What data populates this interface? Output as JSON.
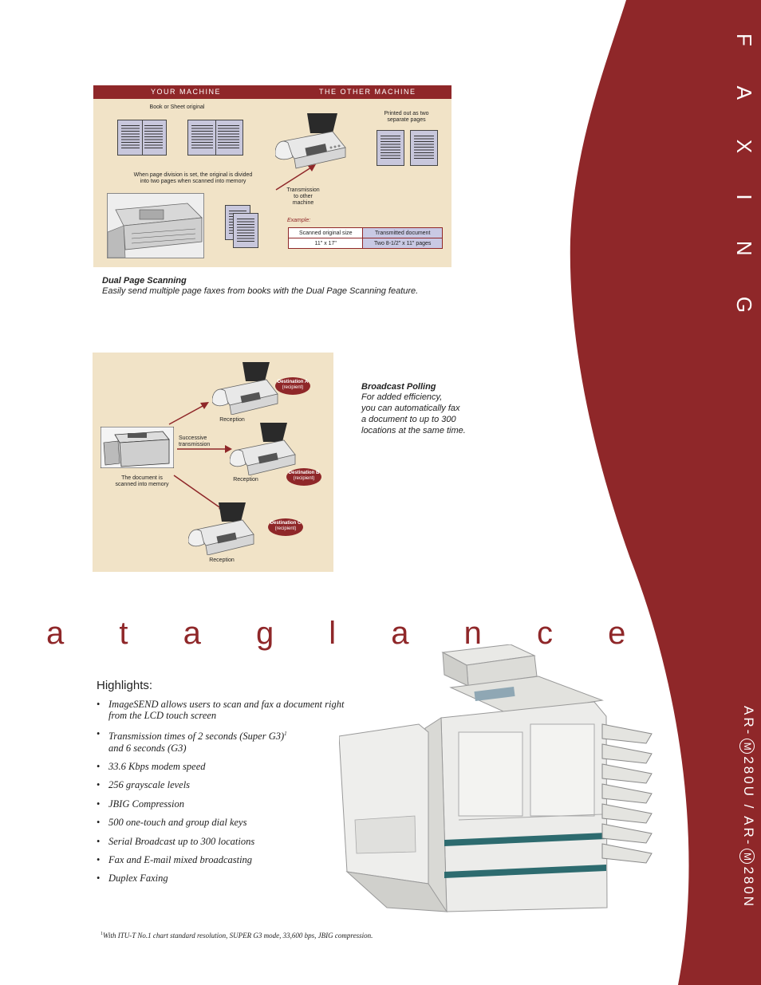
{
  "side": {
    "section_title": "F A X I N G",
    "model_prefix": "AR-",
    "model_m": "M",
    "model_rest1": "280U / AR-",
    "model_rest2": "280N"
  },
  "dual_panel": {
    "header_left": "YOUR MACHINE",
    "header_right": "THE OTHER MACHINE",
    "book_label": "Book or Sheet original",
    "division_note_1": "When page division is set, the original is divided",
    "division_note_2": "into two pages when scanned into memory",
    "transmission_1": "Transmission",
    "transmission_2": "to other",
    "transmission_3": "machine",
    "printed_1": "Printed out as two",
    "printed_2": "separate pages",
    "example_label": "Example:",
    "table_h1": "Scanned original size",
    "table_h2": "Transmitted document",
    "table_v1": "11\" x 17\"",
    "table_v2": "Two 8-1/2\" x 11\" pages"
  },
  "dual_caption": {
    "title": "Dual Page Scanning",
    "body": "Easily send multiple page faxes from books with the Dual Page Scanning feature."
  },
  "broadcast_panel": {
    "reception_a": "Reception",
    "reception_b": "Reception",
    "reception_c": "Reception",
    "successive_1": "Successive",
    "successive_2": "transmission",
    "memory_1": "The document is",
    "memory_2": "scanned into memory",
    "dest_a": "Destination A",
    "dest_b": "Destination B",
    "dest_c": "Destination C",
    "recipient": "(recipient)"
  },
  "broadcast_caption": {
    "title": "Broadcast Polling",
    "line1": "For added efficiency,",
    "line2": "you can automatically fax",
    "line3": "a document to up to 300",
    "line4": "locations at the same time."
  },
  "glance": {
    "title": "a t  a  g l a n c e",
    "highlights_title": "Highlights:",
    "items": [
      "ImageSEND allows users to scan and fax a document right from the LCD touch screen",
      "Transmission times of 2 seconds (Super G3)",
      "33.6 Kbps modem speed",
      "256 grayscale levels",
      "JBIG Compression",
      "500 one-touch and group dial keys",
      "Serial Broadcast up to 300 locations",
      "Fax and E-mail mixed broadcasting",
      "Duplex Faxing"
    ],
    "item2_sup": "1",
    "item2_cont": "and 6 seconds (G3)",
    "footnote_mark": "1",
    "footnote": "With ITU-T No.1 chart standard resolution, SUPER G3 mode, 33,600 bps, JBIG compression."
  },
  "colors": {
    "brand_red": "#8f2729",
    "panel_beige": "#f1e3c7",
    "page_lavender": "#c8c7dc"
  }
}
